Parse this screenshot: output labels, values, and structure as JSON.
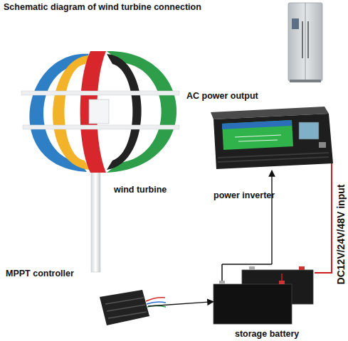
{
  "diagram": {
    "title": "Schematic diagram of wind turbine connection",
    "nodes": [
      {
        "text": [
          "wind turbine"
        ]
      },
      {
        "text": [
          "power inverter"
        ]
      },
      {
        "text": [
          "MPPT controller"
        ]
      },
      {
        "text": [
          "storage battery"
        ]
      }
    ],
    "edges": [
      {
        "from": 2,
        "to": 3,
        "arrow": "to"
      },
      {
        "from": 3,
        "to": 1,
        "arrow": "to"
      },
      {
        "from": 1,
        "to": 3,
        "arrow": "none",
        "label": "DC12V/24V/48V input"
      }
    ],
    "labels": [
      "AC power output"
    ]
  }
}
